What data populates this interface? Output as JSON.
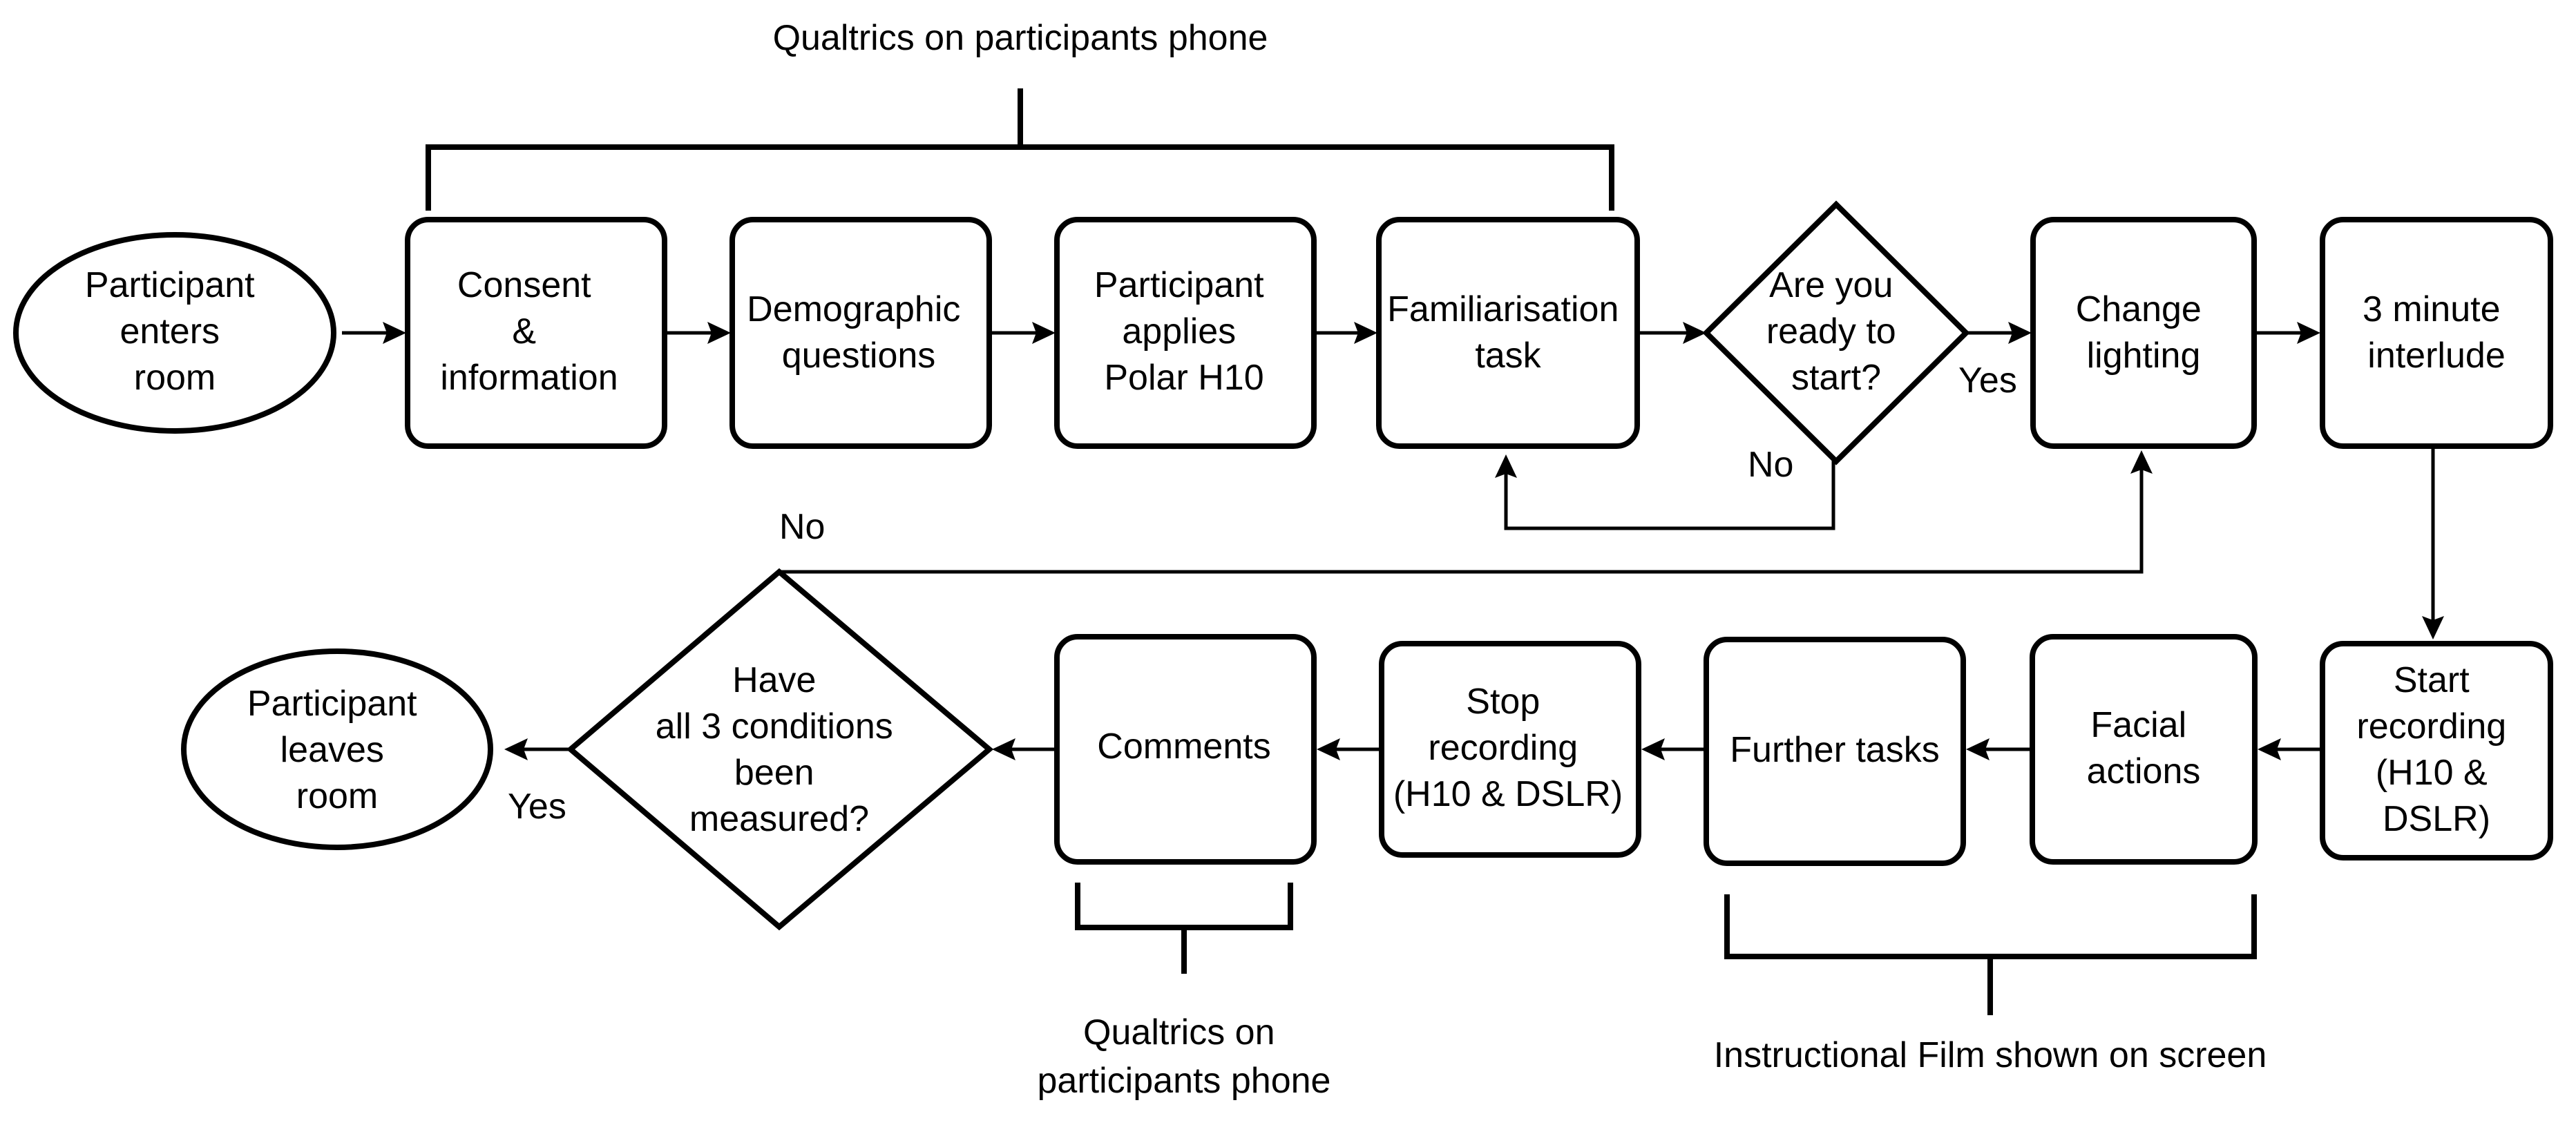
{
  "diagram": {
    "annotations": {
      "top": "Qualtrics on participants phone",
      "bottom_left": [
        "Qualtrics on",
        "participants phone"
      ],
      "bottom_right": "Instructional Film shown on screen"
    },
    "nodes": {
      "enter": [
        "Participant",
        "enters",
        "room"
      ],
      "consent": [
        "Consent",
        "&",
        "information"
      ],
      "demographic": [
        "Demographic",
        "questions"
      ],
      "h10": [
        "Participant",
        "applies",
        "Polar H10"
      ],
      "familiarisation": [
        "Familiarisation",
        "task"
      ],
      "ready": [
        "Are you",
        "ready to",
        "start?"
      ],
      "lighting": [
        "Change",
        "lighting"
      ],
      "interlude": [
        "3 minute",
        "interlude"
      ],
      "start_rec": [
        "Start",
        "recording",
        "(H10 &",
        "DSLR)"
      ],
      "facial": [
        "Facial",
        "actions"
      ],
      "further": [
        "Further tasks"
      ],
      "stop_rec": [
        "Stop",
        "recording",
        "(H10 & DSLR)"
      ],
      "comments": [
        "Comments"
      ],
      "conditions": [
        "Have",
        "all 3 conditions",
        "been",
        "measured?"
      ],
      "leave": [
        "Participant",
        "leaves",
        "room"
      ]
    },
    "edge_labels": {
      "ready_yes": "Yes",
      "ready_no": "No",
      "conditions_no": "No",
      "conditions_yes": "Yes"
    }
  }
}
